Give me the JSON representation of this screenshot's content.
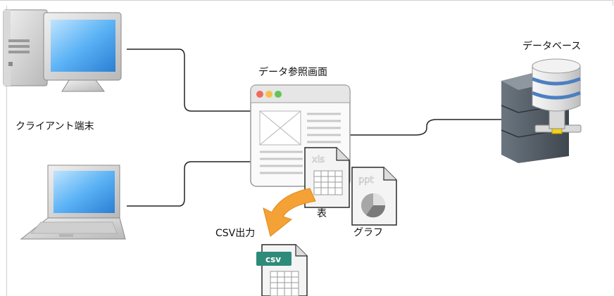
{
  "labels": {
    "client": "クライアント端末",
    "viewer": "データ参照画面",
    "database": "データベース",
    "table": "表",
    "graph": "グラフ",
    "csv_output": "CSV出力"
  },
  "doc_icons": {
    "xls": "xls",
    "ppt": "ppt",
    "csv": "csv"
  },
  "colors": {
    "line": "#222222",
    "arrow": "#f4a236",
    "csv_badge": "#2e8b7a",
    "screen_blue": "#4aa3f0",
    "db_stripe": "#4b7fc1",
    "db_connector": "#f2d21b"
  }
}
